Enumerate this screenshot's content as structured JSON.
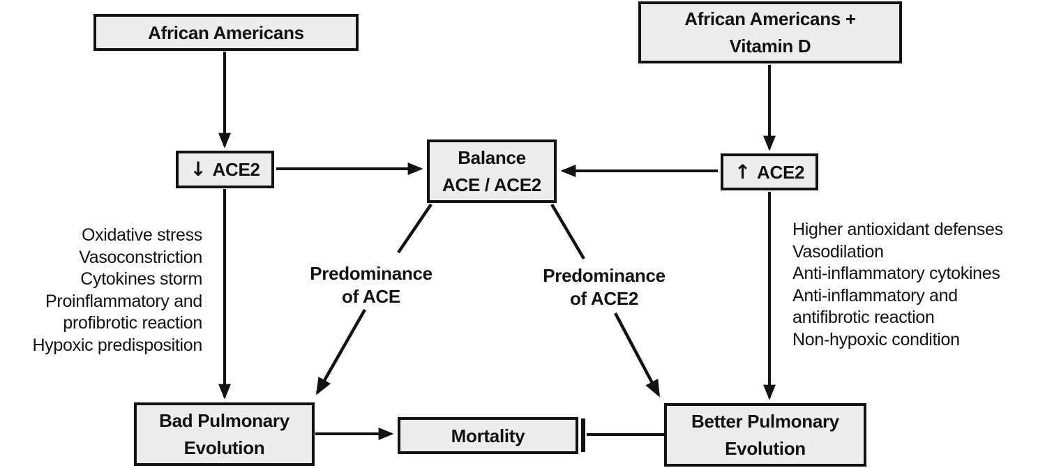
{
  "diagram": {
    "boxes": {
      "african_americans": {
        "label": "African Americans"
      },
      "african_americans_vitamin_d": {
        "line1": "African Americans +",
        "line2": "Vitamin D"
      },
      "ace2_down": {
        "arrow": "↓",
        "label": "ACE2"
      },
      "ace2_up": {
        "arrow": "↑",
        "label": "ACE2"
      },
      "balance": {
        "line1": "Balance",
        "line2": "ACE / ACE2"
      },
      "bad_pulmonary": {
        "line1": "Bad Pulmonary",
        "line2": "Evolution"
      },
      "mortality": {
        "label": "Mortality"
      },
      "better_pulmonary": {
        "line1": "Better Pulmonary",
        "line2": "Evolution"
      }
    },
    "labels": {
      "predominance_ace": {
        "line1": "Predominance",
        "line2": "of ACE"
      },
      "predominance_ace2": {
        "line1": "Predominance",
        "line2": "of ACE2"
      }
    },
    "left_effects": {
      "lines": [
        "Oxidative stress",
        "Vasoconstriction",
        "Cytokines storm",
        "Proinflammatory and",
        "profibrotic reaction",
        "Hypoxic predisposition"
      ]
    },
    "right_effects": {
      "lines": [
        "Higher antioxidant defenses",
        "Vasodilation",
        "Anti-inflammatory cytokines",
        "Anti-inflammatory and",
        "antifibrotic reaction",
        "Non-hypoxic condition"
      ]
    },
    "colors": {
      "box_fill": "#ededed",
      "box_border": "#121212",
      "text": "#121212",
      "line": "#121212",
      "background": "#ffffff"
    }
  }
}
